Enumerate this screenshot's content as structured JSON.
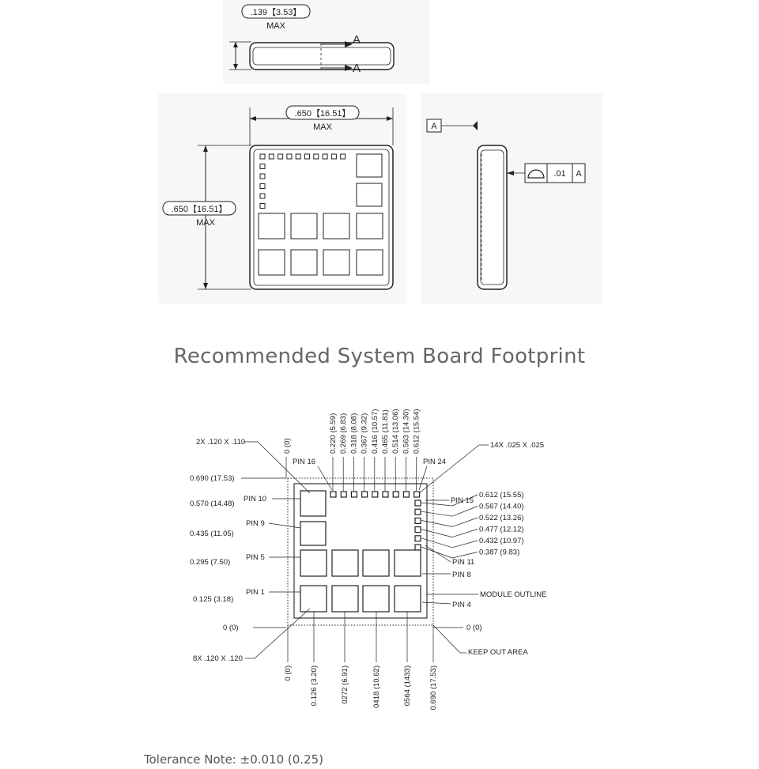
{
  "top": {
    "height_dim": ".139【3.53】",
    "height_max": "MAX",
    "datum_a_upper": "A",
    "datum_a_lower": "A",
    "width_dim": ".650【16.51】",
    "width_max": "MAX",
    "length_dim": ".650【16.51】",
    "length_max": "MAX",
    "datum_label": "A",
    "flatness_value": ".01",
    "flatness_datum": "A"
  },
  "section_title": "Recommended System Board Footprint",
  "footprint": {
    "top_dims": [
      "0.220 (5.59)",
      "0.269 (6.83)",
      "0.318 (8.08)",
      "0.367 (9.32)",
      "0.416 (10.57)",
      "0.465 (11.81)",
      "0.514 (13.06)",
      "0.563 (14.30)",
      "0.612 (15.54)"
    ],
    "top_zero": "0 (0)",
    "big_pad_note": "2X .120 X .110",
    "small_pad_note": "14X .025 X .025",
    "left_dims": [
      "0.690 (17.53)",
      "0.570 (14.48)",
      "0.435 (11.05)",
      "0.295 (7.50)",
      "0.125 (3.18)",
      "0 (0)"
    ],
    "right_dims": [
      "0.612 (15.55)",
      "0.567 (14.40)",
      "0.522 (13.26)",
      "0.477 (12.12)",
      "0.432 (10.97)",
      "0.387 (9.83)"
    ],
    "right_zero": "0 (0)",
    "pins": {
      "pin16": "PIN 16",
      "pin24": "PIN 24",
      "pin10": "PIN 10",
      "pin15": "PIN 15",
      "pin9": "PIN 9",
      "pin11": "PIN 11",
      "pin5": "PIN 5",
      "pin8": "PIN 8",
      "pin1": "PIN 1",
      "pin4": "PIN 4"
    },
    "module_outline": "MODULE OUTLINE",
    "keep_out": "KEEP OUT AREA",
    "grid_pad_note": "8X .120 X .120",
    "bottom_dims": [
      "0 (0)",
      "0.126 (3.20)",
      "0272 (6.91)",
      "0418 (10.62)",
      "0564 (1433)",
      "0.690 (17.53)"
    ]
  },
  "tolerance_note": "Tolerance Note:  ±0.010 (0.25)"
}
